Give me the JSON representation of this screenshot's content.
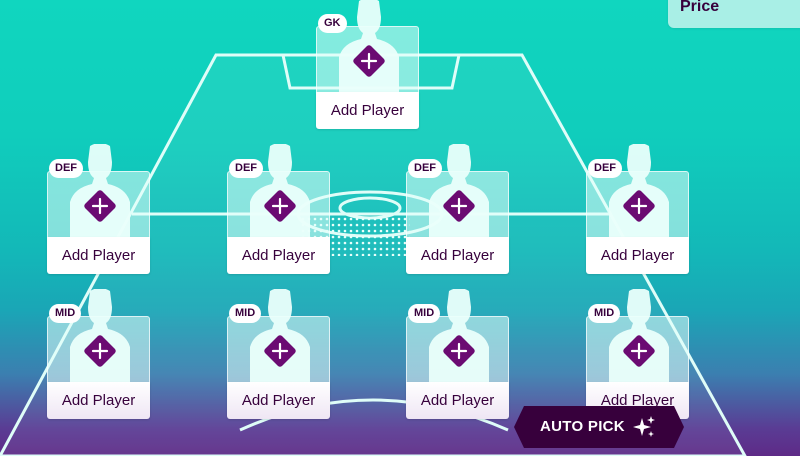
{
  "header": {
    "price_tab_label": "Price"
  },
  "pitch": {
    "rows": [
      {
        "position": "GK",
        "slots": [
          {
            "position_badge": "GK",
            "label": "Add Player"
          }
        ]
      },
      {
        "position": "DEF",
        "slots": [
          {
            "position_badge": "DEF",
            "label": "Add Player"
          },
          {
            "position_badge": "DEF",
            "label": "Add Player"
          },
          {
            "position_badge": "DEF",
            "label": "Add Player"
          },
          {
            "position_badge": "DEF",
            "label": "Add Player"
          }
        ]
      },
      {
        "position": "MID",
        "slots": [
          {
            "position_badge": "MID",
            "label": "Add Player"
          },
          {
            "position_badge": "MID",
            "label": "Add Player"
          },
          {
            "position_badge": "MID",
            "label": "Add Player"
          },
          {
            "position_badge": "MID",
            "label": "Add Player"
          }
        ]
      }
    ]
  },
  "actions": {
    "auto_pick_label": "AUTO PICK"
  },
  "icons": {
    "add": "plus-diamond-icon",
    "auto_pick": "sparkle-icon",
    "player": "player-silhouette-icon"
  },
  "colors": {
    "brand_purple": "#37003c",
    "accent_purple": "#6b0b72",
    "pitch_teal": "#10d6bf",
    "card_white": "#ffffff"
  }
}
